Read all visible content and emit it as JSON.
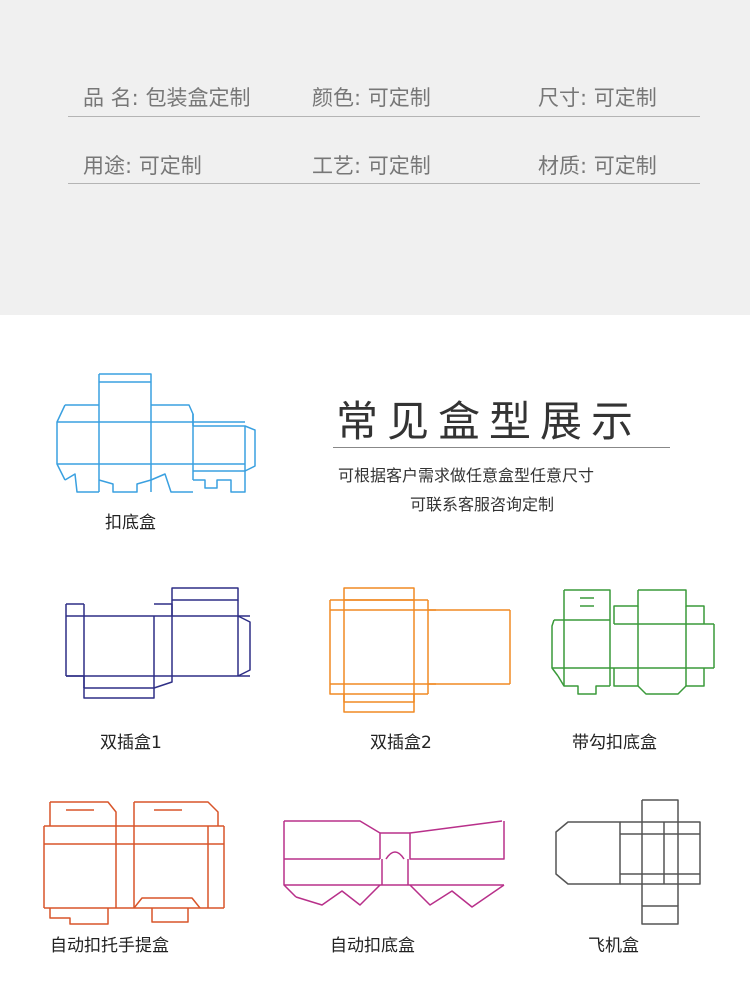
{
  "specs": {
    "row1": [
      {
        "label": "品 名:",
        "value": "包装盒定制"
      },
      {
        "label": "颜色:",
        "value": "可定制"
      },
      {
        "label": "尺寸:",
        "value": "可定制"
      }
    ],
    "row2": [
      {
        "label": "用途:",
        "value": "可定制"
      },
      {
        "label": "工艺:",
        "value": "可定制"
      },
      {
        "label": "材质:",
        "value": "可定制"
      }
    ]
  },
  "showcase": {
    "title": "常见盒型展示",
    "subtitle_line1": "可根据客户需求做任意盒型任意尺寸",
    "subtitle_line2": "可联系客服咨询定制"
  },
  "boxes": [
    {
      "name": "扣底盒",
      "color": "#3aa0e0"
    },
    {
      "name": "双插盒1",
      "color": "#2e2f86"
    },
    {
      "name": "双插盒2",
      "color": "#f08a24"
    },
    {
      "name": "带勾扣底盒",
      "color": "#3a9a3a"
    },
    {
      "name": "自动扣托手提盒",
      "color": "#d8552a"
    },
    {
      "name": "自动扣底盒",
      "color": "#b8308a"
    },
    {
      "name": "飞机盒",
      "color": "#555555"
    }
  ]
}
